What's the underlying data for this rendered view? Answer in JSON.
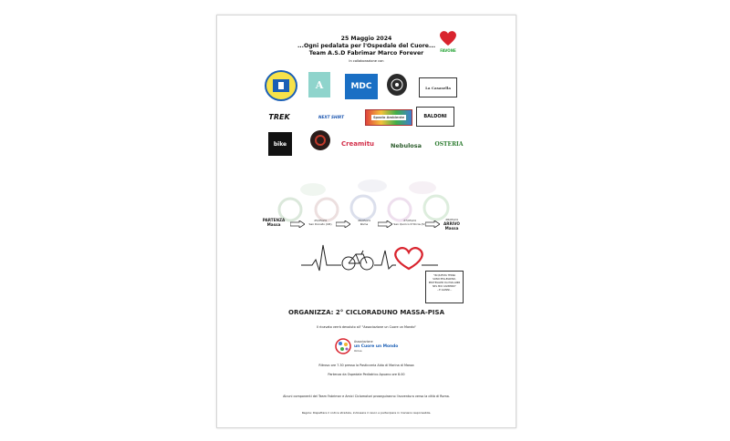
{
  "header": {
    "date": "25 Maggio 2024",
    "slogan": "...Ogni pedalata per l'Ospedale del Cuore...",
    "team": "Team A.S.D Fabrimar Marco Forever",
    "collab": "In collaborazione con"
  },
  "heart_logo_text": "FAVONE",
  "sponsors_row1": [
    "",
    "A",
    "MDC",
    "",
    "La Casasella"
  ],
  "sponsors_row2": [
    "TREK",
    "NEXT SHIRT",
    "Spazio Ambiente",
    "BALDONI"
  ],
  "sponsors_row3": [
    "bike",
    "",
    "Creamitu",
    "Nebulosa",
    "OSTERIA"
  ],
  "route": {
    "stages": [
      {
        "line1": "PARTENZA",
        "line2": "Massa"
      },
      {
        "line1": "25/05/24",
        "line2": "San Donato (UR)"
      },
      {
        "line1": "26/05/24",
        "line2": "Roma"
      },
      {
        "line1": "27/05/24",
        "line2": "San Quirico D'Orcia (SI)"
      },
      {
        "line1": "28/05/24",
        "line2": "ARRIVO"
      }
    ],
    "arrival_city": "Massa"
  },
  "quote": {
    "lines": [
      "\"IN QUESTA TERRA",
      "SONO PELLEGRINO,",
      "PROTEGGIMI DAI MALANNI",
      "NEL MIO CAMMINO\"",
      "",
      "...E GIANNI..."
    ]
  },
  "organizza": "ORGANIZZA: 2° CICLORADUNO MASSA-PISA",
  "ricavato": "Il ricavato verrà devoluto all' \"Associazione un Cuore un Mondo\"",
  "assoc_name": [
    "Associazione",
    "un Cuore un Mondo",
    "Onlus"
  ],
  "ritrovo": "Ritrovo ore 7.30 presso la Pasticceria Aldo di Marina di Massa",
  "partenza": "Partenza da Ospedale Pediatrico Apuano ore 8.00",
  "accompagnatori": "Alcuni componenti del Team Fabrimar e Amici Ciclomotori  proseguiranno l'avventura verso la città di Roma.",
  "regole": "Regole: Rispettare il codice stradale, indossare il casco e partecipare in maniera responsabile."
}
